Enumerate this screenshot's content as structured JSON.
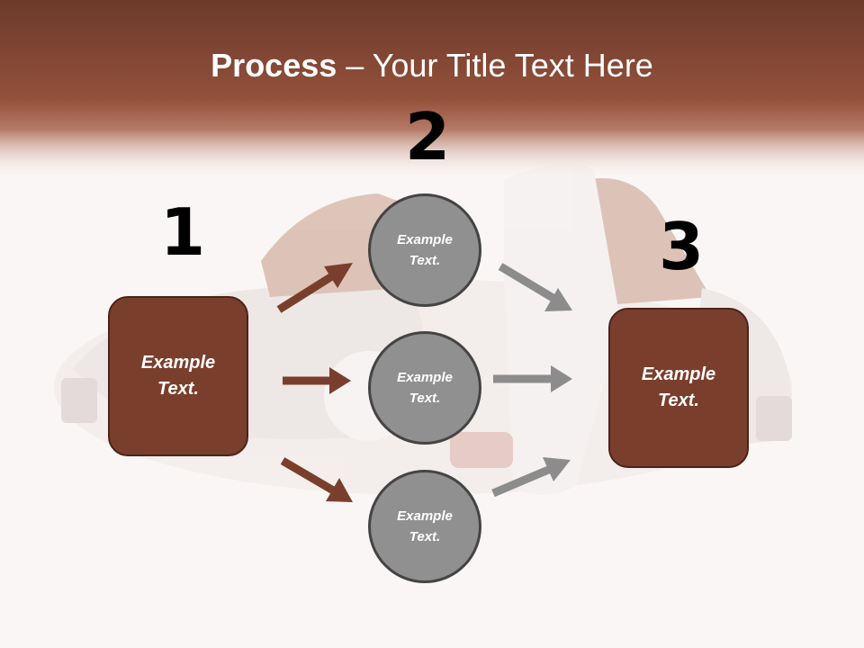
{
  "title": {
    "bold": "Process",
    "rest": " – Your Title Text Here"
  },
  "steps": [
    {
      "number": "1",
      "label": "Example Text."
    },
    {
      "number": "2",
      "labels": [
        "Example Text.",
        "Example Text.",
        "Example Text."
      ]
    },
    {
      "number": "3",
      "label": "Example Text."
    }
  ],
  "colors": {
    "header": "#8a4a35",
    "box": "#7a3f2c",
    "circle": "#909090",
    "brown_arrow": "#7a3f2c",
    "gray_arrow": "#8c8c8c"
  }
}
